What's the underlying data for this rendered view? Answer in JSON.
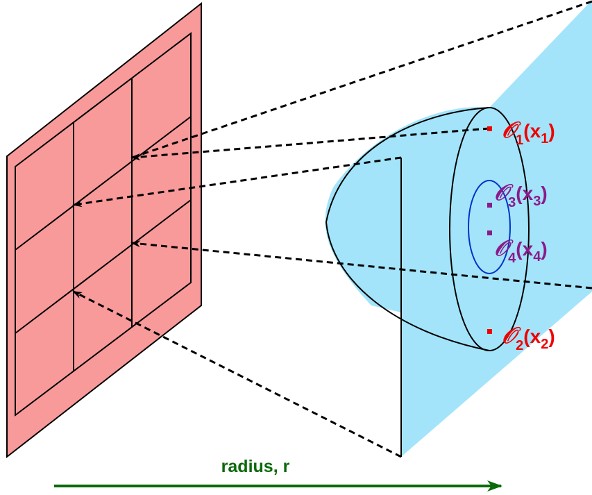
{
  "colors": {
    "screen_fill": "#f99a9a",
    "cone_fill": "#a3e4fb",
    "operator_red": "#f00000",
    "operator_purple": "#8b1a8b",
    "inner_circle_blue": "#0033cc",
    "axis_green": "#0a6a0a",
    "outline": "#000000"
  },
  "operators": [
    {
      "symbol": "𝒪",
      "index": "1",
      "arg": "x",
      "color_key": "operator_red"
    },
    {
      "symbol": "𝒪",
      "index": "2",
      "arg": "x",
      "color_key": "operator_red"
    },
    {
      "symbol": "𝒪",
      "index": "3",
      "arg": "x",
      "color_key": "operator_purple"
    },
    {
      "symbol": "𝒪",
      "index": "4",
      "arg": "x",
      "color_key": "operator_purple"
    }
  ],
  "axis": {
    "label": "radius, r"
  }
}
